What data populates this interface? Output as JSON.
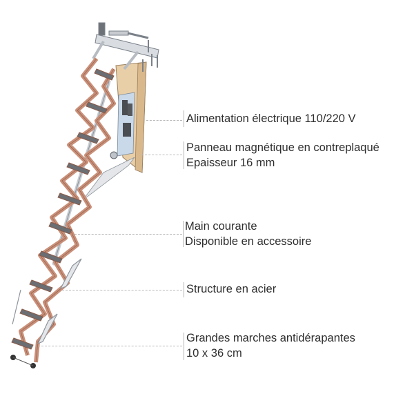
{
  "diagram": {
    "subject": "Escalier escamotable motorisé à pantographe (scissor attic stair)",
    "colors": {
      "wood_frame": "#c98f78",
      "wood_frame_dark": "#8a5a48",
      "steel": "#d9dde2",
      "steel_dark": "#8d949c",
      "plywood_panel": "#e9cfa8",
      "motor_box": "#4a4d52",
      "electrical_board": "#c9d9ea",
      "leader_line": "#b9b9b9",
      "text": "#2e2e2e"
    },
    "callouts": [
      {
        "id": "power",
        "lines": [
          "Alimentation électrique 110/220 V"
        ]
      },
      {
        "id": "panel",
        "lines": [
          "Panneau magnétique en contreplaqué",
          "Epaisseur 16 mm"
        ]
      },
      {
        "id": "handrail",
        "lines": [
          "Main courante",
          "Disponible en accessoire"
        ]
      },
      {
        "id": "structure",
        "lines": [
          "Structure en acier"
        ]
      },
      {
        "id": "steps",
        "lines": [
          "Grandes marches antidérapantes",
          "10 x 36 cm"
        ]
      }
    ]
  }
}
